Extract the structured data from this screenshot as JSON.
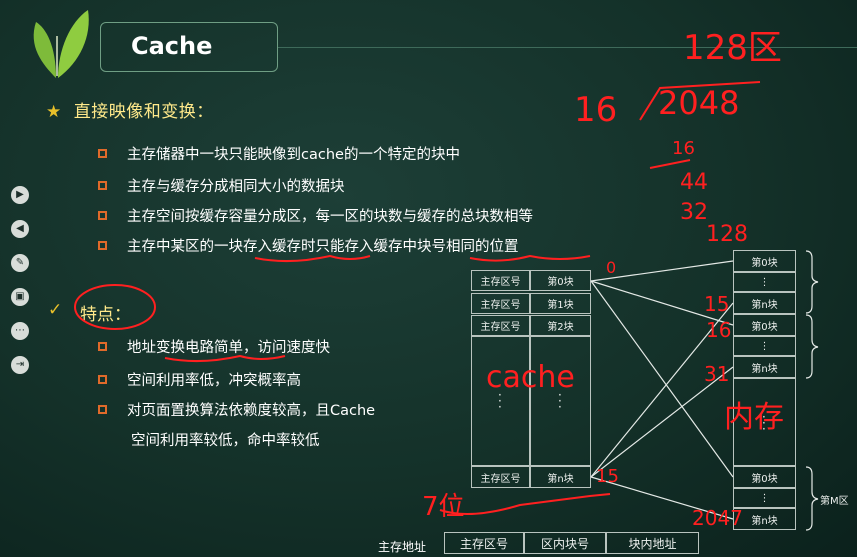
{
  "slide": {
    "title": "Cache",
    "heading": "直接映像和变换：",
    "bullets": [
      "主存储器中一块只能映像到cache的一个特定的块中",
      "主存与缓存分成相同大小的数据块",
      "主存空间按缓存容量分成区，每一区的块数与缓存的总块数相等",
      "主存中某区的一块存入缓存时只能存入缓存中块号相同的位置"
    ],
    "features_label": "特点：",
    "features": [
      "地址变换电路简单，访问速度快",
      "空间利用率低，冲突概率高",
      "对页面置换算法依赖度较高，且Cache",
      "空间利用率较低，命中率较低"
    ]
  },
  "diagram": {
    "cache_rows": [
      {
        "region": "主存区号",
        "block": "第0块"
      },
      {
        "region": "主存区号",
        "block": "第1块"
      },
      {
        "region": "主存区号",
        "block": "第2块"
      },
      {
        "region": "主存区号",
        "block": "第n块"
      }
    ],
    "memory_blocks": [
      "第0块",
      "⋮",
      "第n块",
      "第0块",
      "⋮",
      "第n块",
      "第0块",
      "⋮",
      "第n块"
    ],
    "group_label_bottom": "第M区",
    "address_label": "主存地址",
    "address_fields": [
      "主存区号",
      "区内块号",
      "块内地址"
    ]
  },
  "annotations": {
    "top_number": "128区",
    "division_divisor": "16",
    "division_dividend": "2048",
    "calc_1": "16",
    "calc_2": "44",
    "calc_3": "32",
    "calc_4": "128",
    "cache_word": "cache",
    "memory_word": "内存",
    "mark_0": "0",
    "mark_15": "15",
    "mark_16": "16",
    "mark_31": "31",
    "mark_cache_end": "15",
    "mark_mem_end": "2047",
    "mark_bits": "7位"
  },
  "colors": {
    "board": "#143129",
    "heading": "#ffe98a",
    "bullet_square": "#e06a2a",
    "star": "#e8c02a",
    "annotation": "#ff2020"
  },
  "icons": [
    "logo-leaf-icon",
    "star-icon",
    "check-icon",
    "next-icon",
    "prev-icon",
    "pen-icon",
    "screen-icon",
    "more-icon",
    "exit-icon"
  ]
}
